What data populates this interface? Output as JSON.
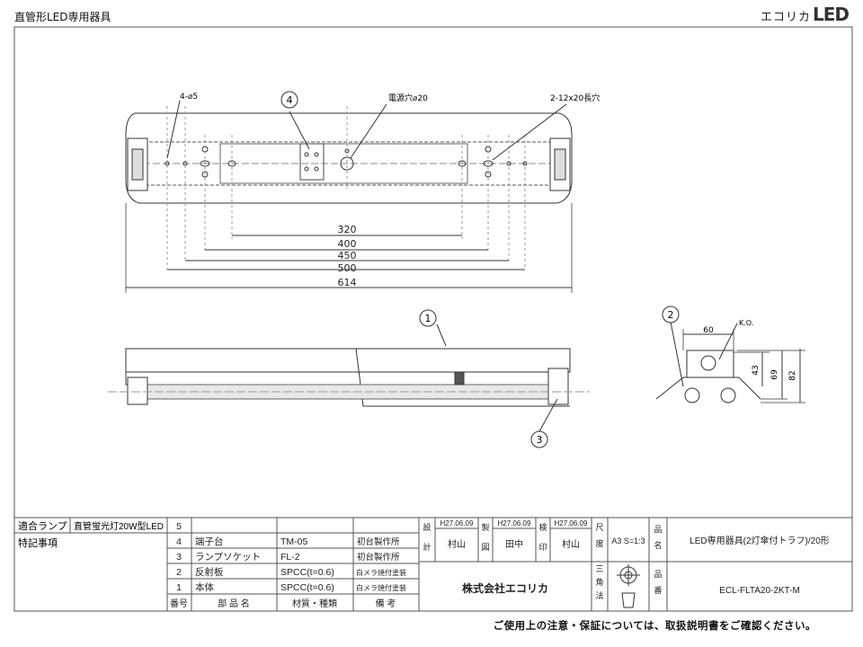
{
  "header": {
    "category": "直管形LED専用器具",
    "logo_text": "エコリカ",
    "logo_led": "LED"
  },
  "plan": {
    "label_holes": "4-⌀5",
    "label_power": "電源穴⌀20",
    "label_slots": "2-12x20長穴",
    "balloon_4": "4",
    "dims": [
      "320",
      "400",
      "450",
      "500",
      "614"
    ]
  },
  "side": {
    "balloon_1": "1",
    "balloon_3": "3"
  },
  "end": {
    "balloon_2": "2",
    "dim_60": "60",
    "ko": "K.O.",
    "dim_43": "43",
    "dim_69": "69",
    "dim_82": "82"
  },
  "bom": {
    "applicable_lamp_label": "適合ランプ",
    "applicable_lamp_value": "直管蛍光灯20W型LED",
    "remarks_label": "特記事項",
    "rows": [
      {
        "no": "5",
        "name": "",
        "spec": "",
        "maker": ""
      },
      {
        "no": "4",
        "name": "端子台",
        "spec": "TM-05",
        "maker": "初台製作所"
      },
      {
        "no": "3",
        "name": "ランプソケット",
        "spec": "FL-2",
        "maker": "初台製作所"
      },
      {
        "no": "2",
        "name": "反射板",
        "spec": "SPCC(t=0.6)",
        "maker": "白メラ焼付塗装"
      },
      {
        "no": "1",
        "name": "本体",
        "spec": "SPCC(t=0.6)",
        "maker": "白メラ焼付塗装"
      }
    ],
    "header_no": "番号",
    "header_name": "部 品 名",
    "header_spec": "材質・種類",
    "header_remarks": "備 考"
  },
  "title_block": {
    "design_label": [
      "設",
      "計"
    ],
    "design_date": "H27.06.09",
    "design_name": "村山",
    "drafting_label": [
      "製",
      "図"
    ],
    "drafting_date": "H27.06.09",
    "drafting_name": "田中",
    "check_label": [
      "検",
      "印"
    ],
    "check_date": "H27.06.09",
    "check_name": "村山",
    "scale_label": [
      "尺",
      "度"
    ],
    "scale_value": "A3 S=1:3",
    "projection_label": [
      "三",
      "角",
      "法"
    ],
    "company": "株式会社エコリカ",
    "product_name_label": [
      "品",
      "名"
    ],
    "product_name": "LED専用器具(2灯傘付トラフ)/20形",
    "product_no_label": [
      "品",
      "番"
    ],
    "product_no": "ECL-FLTA20-2KT-M"
  },
  "footer": {
    "note": "ご使用上の注意・保証については、取扱説明書をご確認ください。"
  }
}
